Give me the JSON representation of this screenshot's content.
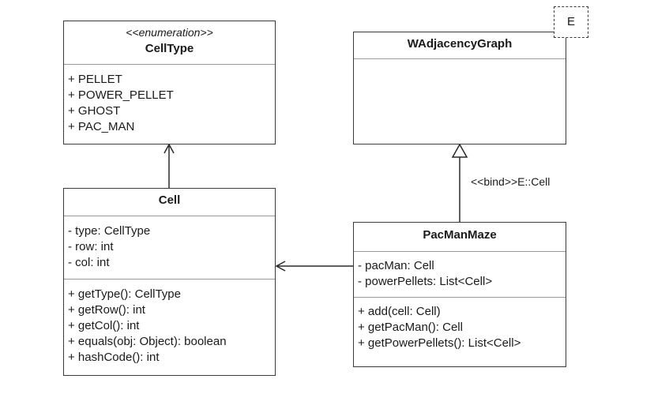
{
  "classes": {
    "celltype": {
      "stereotype": "<<enumeration>>",
      "name": "CellType",
      "values": [
        "+ PELLET",
        "+ POWER_PELLET",
        "+ GHOST",
        "+ PAC_MAN"
      ]
    },
    "cell": {
      "name": "Cell",
      "attributes": [
        "- type: CellType",
        "- row: int",
        "- col: int"
      ],
      "operations": [
        "+ getType(): CellType",
        "+ getRow(): int",
        "+ getCol(): int",
        "+ equals(obj: Object): boolean",
        "+ hashCode(): int"
      ]
    },
    "wadjacencygraph": {
      "name": "WAdjacencyGraph",
      "template_param": "E"
    },
    "pacmanmaze": {
      "name": "PacManMaze",
      "attributes": [
        "- pacMan: Cell",
        "- powerPellets: List<Cell>"
      ],
      "operations": [
        "+ add(cell: Cell)",
        "+ getPacMan(): Cell",
        "+ getPowerPellets(): List<Cell>"
      ]
    }
  },
  "relations": {
    "bind_label": "<<bind>>E::Cell"
  }
}
